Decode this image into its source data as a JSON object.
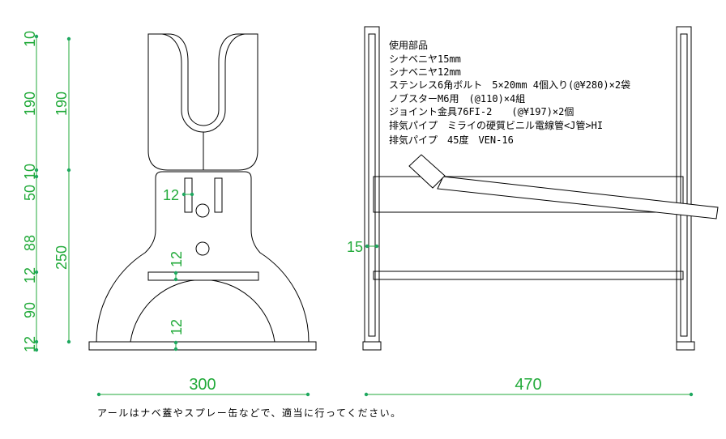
{
  "front_view": {
    "width_label": "300",
    "height_chain": {
      "top": "10",
      "fork": "190",
      "neck": "10",
      "slot": "50",
      "body": "88",
      "bar": "12",
      "arch": "90",
      "base": "12"
    },
    "overall": {
      "fork": "190",
      "lower": "250"
    },
    "slot_width": "12",
    "bar_thickness": "12",
    "base_thickness": "12"
  },
  "side_view": {
    "width_label": "470",
    "post_thickness": "15",
    "parts_list": {
      "title": "使用部品",
      "items": [
        "シナベニヤ15mm",
        "シナベニヤ12mm",
        "ステンレス6角ボルト　5×20mm 4個入り(@¥280)×2袋",
        "ノブスターM6用　(@110)×4組",
        "ジョイント金具76FI-2　　(@¥197)×2個",
        "排気パイプ　ミライの硬質ビニル電線管<J管>HI",
        "排気パイプ　45度　VEN-16"
      ]
    }
  },
  "note": "アールはナベ蓋やスプレー缶などで、適当に行ってください。",
  "colors": {
    "dimension": "#22aa3a",
    "outline": "#000000"
  }
}
